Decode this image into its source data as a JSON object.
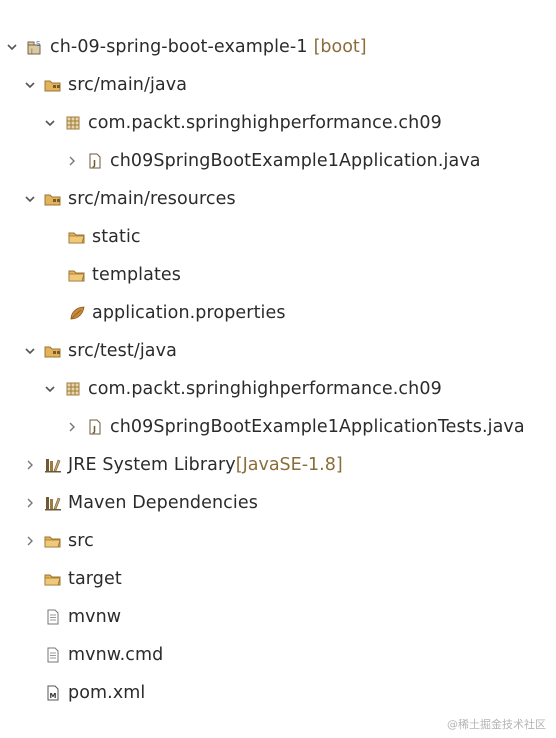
{
  "tree": {
    "project": {
      "label": "ch-09-spring-boot-example-1",
      "decoration": "[boot]"
    },
    "src_main_java": {
      "label": "src/main/java"
    },
    "pkg_main": {
      "label": "com.packt.springhighperformance.ch09"
    },
    "app_file": {
      "label": "ch09SpringBootExample1Application.java"
    },
    "src_main_resources": {
      "label": "src/main/resources"
    },
    "static_folder": {
      "label": "static"
    },
    "templates_folder": {
      "label": "templates"
    },
    "app_properties": {
      "label": "application.properties"
    },
    "src_test_java": {
      "label": "src/test/java"
    },
    "pkg_test": {
      "label": "com.packt.springhighperformance.ch09"
    },
    "test_file": {
      "label": "ch09SpringBootExample1ApplicationTests.java"
    },
    "jre_library": {
      "label": "JRE System Library",
      "decoration": "[JavaSE-1.8]"
    },
    "maven_deps": {
      "label": "Maven Dependencies"
    },
    "src_folder": {
      "label": "src"
    },
    "target_folder": {
      "label": "target"
    },
    "mvnw_file": {
      "label": "mvnw"
    },
    "mvnw_cmd_file": {
      "label": "mvnw.cmd"
    },
    "pom_file": {
      "label": "pom.xml"
    }
  },
  "watermark": "@稀土掘金技术社区",
  "icons": {
    "project": "project-icon",
    "source_folder": "source-folder-icon",
    "package": "package-icon",
    "java_file": "java-file-icon",
    "folder": "folder-icon",
    "properties": "properties-leaf-icon",
    "library": "library-icon",
    "text_file": "text-file-icon",
    "maven_file": "maven-file-icon"
  },
  "colors": {
    "text": "#2b2b2b",
    "decoration": "#8a6d3b",
    "folder": "#e3b35c",
    "package": "#a07a3c"
  }
}
